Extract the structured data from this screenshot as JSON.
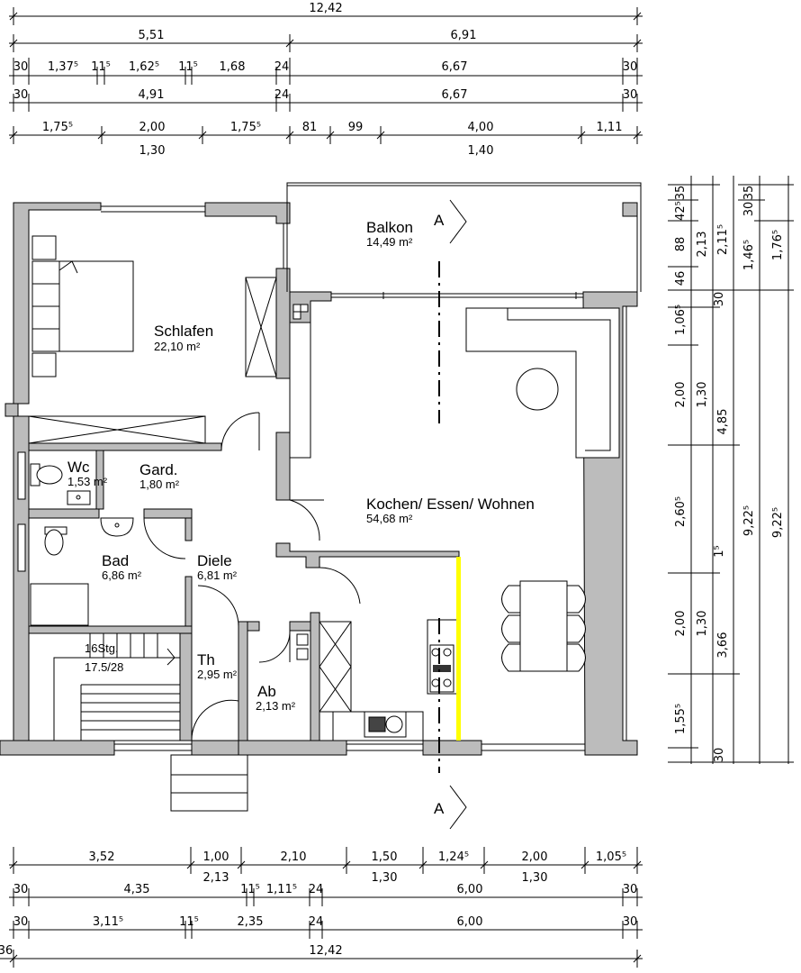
{
  "rooms": {
    "balkon": {
      "name": "Balkon",
      "area": "14,49 m²"
    },
    "schlafen": {
      "name": "Schlafen",
      "area": "22,10 m²"
    },
    "wc": {
      "name": "Wc",
      "area": "1,53 m²"
    },
    "gard": {
      "name": "Gard.",
      "area": "1,80 m²"
    },
    "kochen": {
      "name": "Kochen/ Essen/ Wohnen",
      "area": "54,68 m²"
    },
    "bad": {
      "name": "Bad",
      "area": "6,86 m²"
    },
    "diele": {
      "name": "Diele",
      "area": "6,81 m²"
    },
    "th": {
      "name": "Th",
      "area": "2,95 m²"
    },
    "ab": {
      "name": "Ab",
      "area": "2,13 m²"
    }
  },
  "stairs": {
    "steps": "16Stg.",
    "ratio": "17.5/28"
  },
  "section": {
    "top": "A",
    "bottom": "A"
  },
  "top_dims": {
    "r0": [
      "12,42"
    ],
    "r1": [
      "5,51",
      "6,91"
    ],
    "r2": [
      "30",
      "1,37⁵",
      "11⁵",
      "1,62⁵",
      "11⁵",
      "1,68",
      "24",
      "6,67",
      "30"
    ],
    "r3": [
      "30",
      "4,91",
      "24",
      "6,67",
      "30"
    ],
    "r4": [
      "1,75⁵",
      "2,00",
      "1,75⁵",
      "81",
      "99",
      "4,00",
      "1,11"
    ],
    "r4b": [
      "1,30",
      "1,40"
    ]
  },
  "bottom_dims": {
    "r1": [
      "3,52",
      "1,00",
      "2,10",
      "1,50",
      "1,24⁵",
      "2,00",
      "1,05⁵"
    ],
    "r1b": [
      "2,13",
      "1,30",
      "1,30"
    ],
    "r2": [
      "30",
      "4,35",
      "11⁵",
      "1,11⁵",
      "24",
      "6,00",
      "30"
    ],
    "r3": [
      "30",
      "3,11⁵",
      "11⁵",
      "2,35",
      "24",
      "6,00",
      "30"
    ],
    "r4": [
      "36",
      "12,42"
    ]
  },
  "right_dims": {
    "c1": [
      "35",
      "42⁵",
      "88",
      "46",
      "30",
      "1,06⁵",
      "2,00",
      "2,60⁵",
      "2,00",
      "1,55⁵",
      "30"
    ],
    "c2": [
      "2,13",
      "1,30",
      "1⁵",
      "1,30"
    ],
    "c3": [
      "2,11⁵",
      "4,85",
      "3,66"
    ],
    "c4": [
      "35",
      "30",
      "1,46⁵",
      "9,22⁵"
    ],
    "c5": [
      "1,76⁵",
      "9,22⁵"
    ]
  }
}
